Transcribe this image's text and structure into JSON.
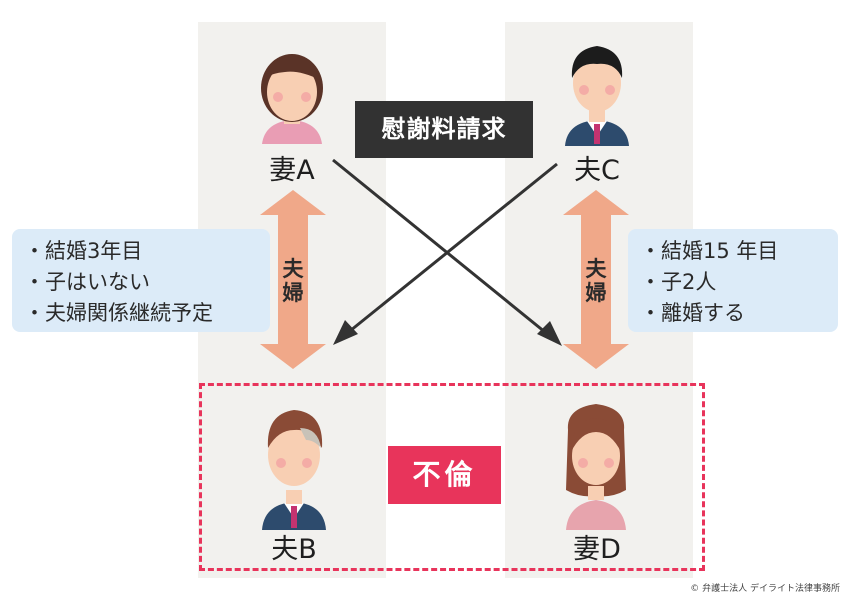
{
  "persons": {
    "wife_a": "妻A",
    "husband_c": "夫C",
    "husband_b": "夫B",
    "wife_d": "妻D"
  },
  "claim_label": "慰謝料請求",
  "affair_label": "不倫",
  "couple_label_left": "夫婦",
  "couple_label_right": "夫婦",
  "left_info": [
    "結婚3年目",
    "子はいない",
    "夫婦関係継続予定"
  ],
  "right_info": [
    "結婚15 年目",
    "子2人",
    "離婚する"
  ],
  "copyright": "© 弁護士法人 デイライト法律事務所",
  "colors": {
    "column_bg": "#f2f1ee",
    "arrow_orange": "#f0a889",
    "affair_pink": "#e8345b",
    "claim_dark": "#323232",
    "info_box_bg": "#dcebf8",
    "cross_line": "#333333"
  },
  "icons": [
    "woman-icon",
    "man-icon",
    "man-icon",
    "woman-icon"
  ]
}
